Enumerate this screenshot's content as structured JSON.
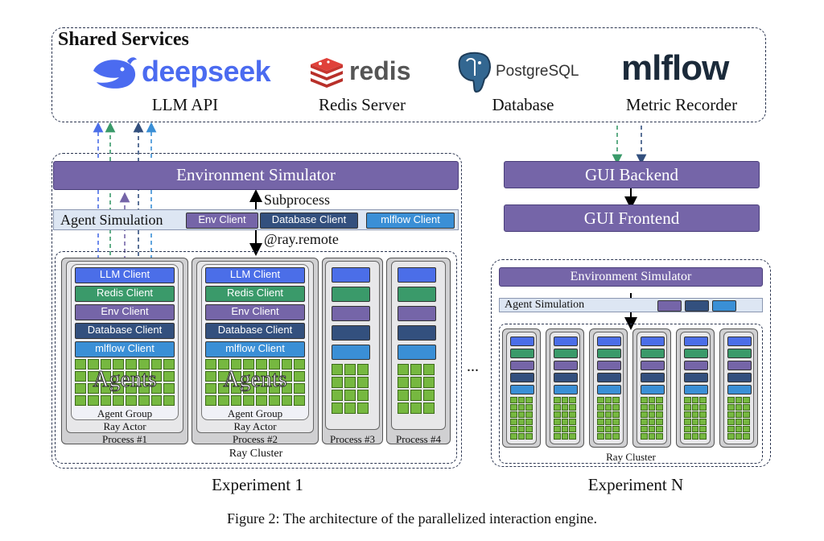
{
  "shared_services": {
    "title": "Shared Services",
    "services": [
      {
        "logo": "deepseek",
        "logo_icon": "whale-icon",
        "caption": "LLM API"
      },
      {
        "logo": "redis",
        "logo_icon": "redis-cube-icon",
        "caption": "Redis Server"
      },
      {
        "logo": "PostgreSQL",
        "logo_icon": "elephant-icon",
        "caption": "Database"
      },
      {
        "logo": "mlflow",
        "logo_icon": "mlflow-logo-icon",
        "caption": "Metric Recorder"
      }
    ]
  },
  "experiment1": {
    "env_sim": "Environment Simulator",
    "subprocess": "Subprocess",
    "agent_sim": "Agent Simulation",
    "clients": [
      "Env Client",
      "Database Client",
      "mlflow Client"
    ],
    "ray_remote": "@ray.remote",
    "proc_clients": [
      "LLM Client",
      "Redis Client",
      "Env Client",
      "Database Client",
      "mlflow Client"
    ],
    "agents": "Agents",
    "agent_group": "Agent Group",
    "ray_actor": "Ray Actor",
    "process_labels": [
      "Process #1",
      "Process #2",
      "Process #3",
      "Process #4"
    ],
    "ray_cluster": "Ray Cluster",
    "caption": "Experiment 1"
  },
  "ellipsis": "...",
  "gui": {
    "backend": "GUI Backend",
    "frontend": "GUI Frontend"
  },
  "experimentN": {
    "env_sim": "Environment Simulator",
    "agent_sim": "Agent Simulation",
    "ray_cluster": "Ray Cluster",
    "caption": "Experiment N"
  },
  "figure_caption": "Figure 2: The architecture of the parallelized interaction engine.",
  "colors": {
    "llm": "#4b6ee8",
    "redis": "#3a9a6a",
    "env": "#7565a8",
    "db": "#33507e",
    "mlflow": "#3a8fd6",
    "agent_cell": "#76b840"
  }
}
